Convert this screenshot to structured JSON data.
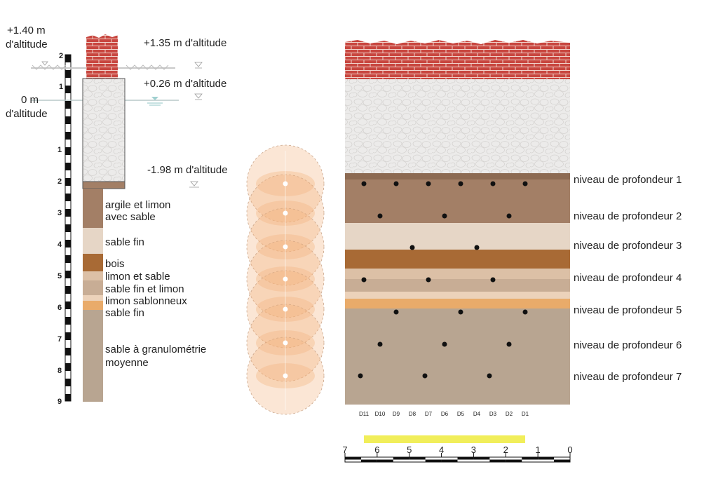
{
  "colors": {
    "brick": "#c8463f",
    "gravel": "#ecebea",
    "argile": "#a37f66",
    "sable_fin": "#e6d6c6",
    "bois": "#a86a35",
    "limon_sable": "#dcc0a6",
    "sable_fin_limon": "#c8ad95",
    "limon_sablonneux": "#ecd2ba",
    "sable_fin_orange": "#e9ab6a",
    "sable_moyen": "#b8a591",
    "yellow_bar": "#f1ee5a",
    "circle_fill": "#f4b27c"
  },
  "left": {
    "elevations": {
      "top_left_value": "+1.40 m",
      "top_left_unit": "d'altitude",
      "zero_value": "0 m",
      "zero_unit": "d'altitude",
      "e1": "+1.35 m d'altitude",
      "e2": "+0.26 m d'altitude",
      "e3": "-1.98 m d'altitude"
    },
    "ticks_above": [
      "2",
      "1"
    ],
    "ticks_below": [
      "1",
      "2",
      "3",
      "4",
      "5",
      "6",
      "7",
      "8",
      "9"
    ],
    "layers": [
      {
        "label1": "argile et limon",
        "label2": "avec sable"
      },
      {
        "label1": "sable fin",
        "label2": ""
      },
      {
        "label1": "bois",
        "label2": ""
      },
      {
        "label1": "limon et sable",
        "label2": ""
      },
      {
        "label1": "sable fin et limon",
        "label2": ""
      },
      {
        "label1": "limon sablonneux",
        "label2": ""
      },
      {
        "label1": "sable fin",
        "label2": ""
      },
      {
        "label1": "sable à granulométrie",
        "label2": "moyenne"
      }
    ]
  },
  "right": {
    "levels": [
      "niveau de profondeur 1",
      "niveau de profondeur 2",
      "niveau de profondeur 3",
      "niveau de profondeur 4",
      "niveau de profondeur 5",
      "niveau de profondeur 6",
      "niveau de profondeur 7"
    ],
    "columns": [
      "D11",
      "D10",
      "D9",
      "D8",
      "D7",
      "D6",
      "D5",
      "D4",
      "D3",
      "D2",
      "D1"
    ],
    "scale_labels": [
      "7",
      "6",
      "5",
      "4",
      "3",
      "2",
      "1",
      "0"
    ]
  }
}
